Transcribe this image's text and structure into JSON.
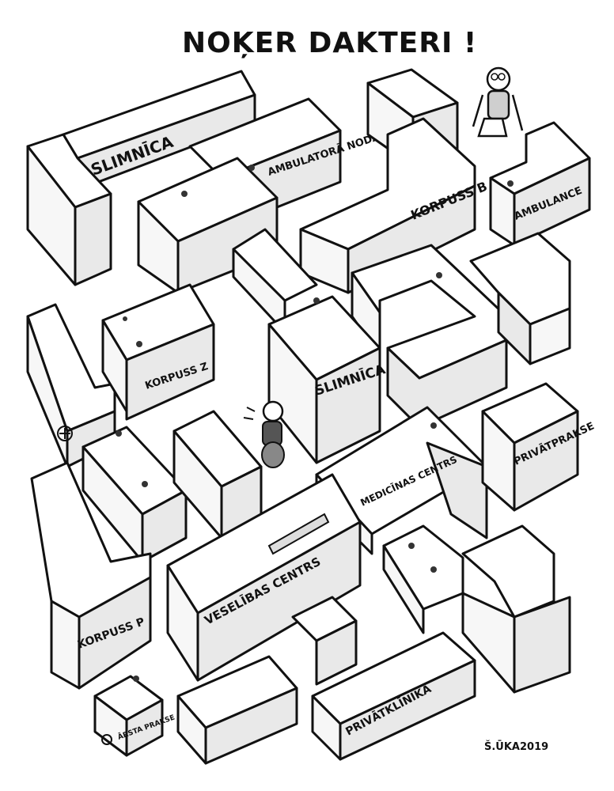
{
  "title": "NOĶER DAKTERI !",
  "signature": "Š.ŪKA2019",
  "buildings": {
    "slimnica_top": "SLIMNĪCA",
    "ambulatora": "AMBULATORĀ NODAĻA",
    "korpuss_b": "KORPUSS B",
    "ambulance": "AMBULANCE",
    "korpuss_z": "KORPUSS Z",
    "slimnica_center": "SLIMNĪCA",
    "privatprakse": "PRIVĀTPRAKSE",
    "medicinas_centrs": "MEDICĪNAS CENTRS",
    "veselibas_centrs": "VESELĪBAS CENTRS",
    "korpuss_p": "KORPUSS P",
    "privatklinika": "PRIVĀTKLĪNIKA",
    "arsta_prakse": "ĀRSTA PRAKSE"
  }
}
